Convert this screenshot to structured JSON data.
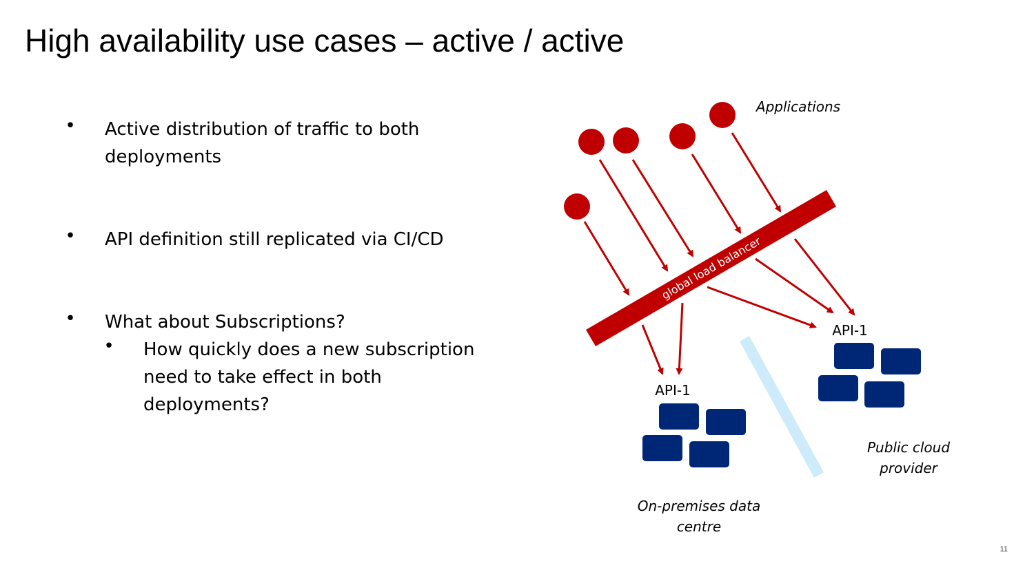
{
  "slide": {
    "title": "High availability use cases – active / active",
    "page_number": "11"
  },
  "bullets": [
    {
      "level": 1,
      "text": "Active distribution of traffic to both deployments"
    },
    {
      "level": 1,
      "text": "API definition still replicated via CI/CD"
    },
    {
      "level": 1,
      "text": "What about Subscriptions?"
    },
    {
      "level": 2,
      "text": "How quickly does a new subscription need to take effect in both deployments?"
    }
  ],
  "bullet_glyph": "•",
  "diagram": {
    "applications_label": "Applications",
    "load_balancer_label": "global load balancer",
    "on_prem": {
      "api_label": "API-1",
      "caption_line1": "On-premises data",
      "caption_line2": "centre"
    },
    "cloud": {
      "api_label": "API-1",
      "caption_line1": "Public cloud",
      "caption_line2": "provider"
    },
    "colors": {
      "application": "#C00000",
      "arrow": "#C00000",
      "load_balancer": "#C00000",
      "api_block": "#002776",
      "divider": "#CDEBFA"
    }
  }
}
